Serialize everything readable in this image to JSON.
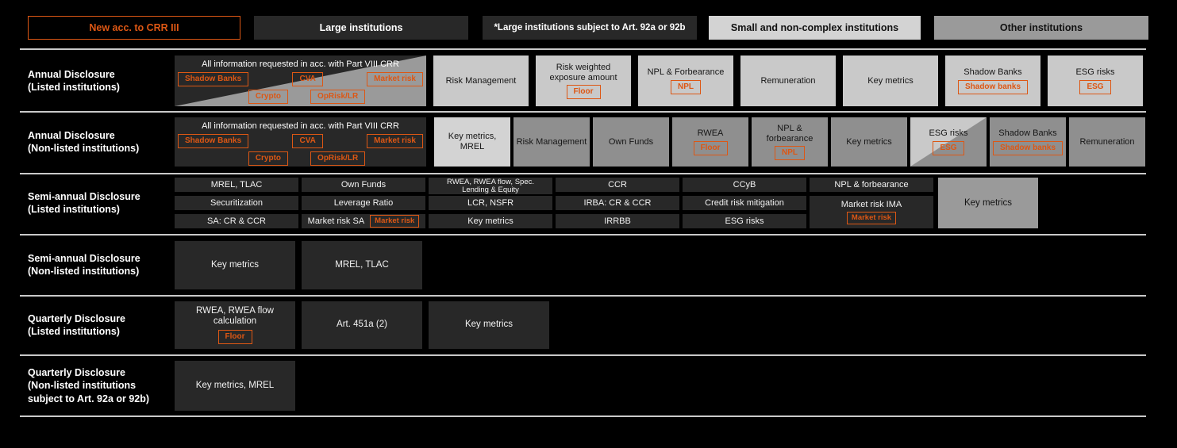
{
  "palette": {
    "bg": "#000000",
    "orange": "#dd5714",
    "dark": "#282828",
    "light": "#c9c9c9",
    "lighter": "#d3d3d3",
    "mid": "#8f8f8f",
    "mid2": "#9a9a9a",
    "sep": "#c9c9c9"
  },
  "legend": {
    "items": [
      {
        "label": "New acc. to CRR III"
      },
      {
        "label": "Large institutions"
      },
      {
        "label": "*Large institutions subject to Art. 92a or 92b"
      },
      {
        "label": "Small and non-complex institutions"
      },
      {
        "label": "Other institutions"
      }
    ]
  },
  "annual_listed": {
    "label_line1": "Annual Disclosure",
    "label_line2": "(Listed institutions)",
    "big_box": {
      "title": "All information requested in acc. with Part VIII CRR",
      "tags_top": [
        "Shadow Banks",
        "CVA",
        "Market risk"
      ],
      "tags_bottom": [
        "Crypto",
        "OpRisk/LR"
      ]
    },
    "boxes": [
      {
        "title": "Risk Management"
      },
      {
        "title": "Risk weighted exposure amount",
        "tag": "Floor"
      },
      {
        "title": "NPL & Forbearance",
        "tag": "NPL"
      },
      {
        "title": "Remuneration"
      },
      {
        "title": "Key metrics"
      },
      {
        "title": "Shadow Banks",
        "tag": "Shadow banks"
      },
      {
        "title": "ESG risks",
        "tag": "ESG"
      }
    ]
  },
  "annual_nonlisted": {
    "label_line1": "Annual Disclosure",
    "label_line2": "(Non-listed institutions)",
    "big_box": {
      "title": "All information requested in acc. with Part VIII CRR",
      "tags_top": [
        "Shadow Banks",
        "CVA",
        "Market risk"
      ],
      "tags_bottom": [
        "Crypto",
        "OpRisk/LR"
      ]
    },
    "boxes": [
      {
        "title": "Key metrics, MREL"
      },
      {
        "title": "Risk Management"
      },
      {
        "title": "Own Funds"
      },
      {
        "title": "RWEA",
        "tag": "Floor"
      },
      {
        "title": "NPL & forbearance",
        "tag": "NPL"
      },
      {
        "title": "Key metrics"
      },
      {
        "title": "ESG risks",
        "tag": "ESG"
      },
      {
        "title": "Shadow Banks",
        "tag": "Shadow banks"
      },
      {
        "title": "Remuneration"
      }
    ]
  },
  "semiannual_listed": {
    "label_line1": "Semi-annual Disclosure",
    "label_line2": "(Listed institutions)",
    "columns": [
      {
        "cells": [
          {
            "text": "MREL, TLAC"
          },
          {
            "text": "Securitization"
          },
          {
            "text": "SA: CR & CCR"
          }
        ]
      },
      {
        "cells": [
          {
            "text": "Own Funds"
          },
          {
            "text": "Leverage Ratio"
          },
          {
            "text": "Market risk SA",
            "tag": "Market risk"
          }
        ]
      },
      {
        "cells": [
          {
            "text": "RWEA, RWEA flow, Spec. Lending & Equity"
          },
          {
            "text": "LCR, NSFR"
          },
          {
            "text": "Key metrics"
          }
        ]
      },
      {
        "cells": [
          {
            "text": "CCR"
          },
          {
            "text": "IRBA: CR & CCR"
          },
          {
            "text": "IRRBB"
          }
        ]
      },
      {
        "cells": [
          {
            "text": "CCyB"
          },
          {
            "text": "Credit risk mitigation"
          },
          {
            "text": "ESG risks"
          }
        ]
      },
      {
        "cells": [
          {
            "text": "NPL & forbearance"
          },
          {
            "text": "Market risk IMA",
            "tag": "Market risk"
          }
        ]
      }
    ],
    "key_metrics_box": "Key metrics"
  },
  "semiannual_nonlisted": {
    "label_line1": "Semi-annual Disclosure",
    "label_line2": "(Non-listed institutions)",
    "boxes": [
      {
        "title": "Key metrics"
      },
      {
        "title": "MREL, TLAC"
      }
    ]
  },
  "quarterly_listed": {
    "label_line1": "Quarterly Disclosure",
    "label_line2": "(Listed institutions)",
    "boxes": [
      {
        "title": "RWEA, RWEA flow calculation",
        "tag": "Floor"
      },
      {
        "title": "Art. 451a (2)"
      },
      {
        "title": "Key metrics"
      }
    ]
  },
  "quarterly_nonlisted": {
    "label_line1": "Quarterly Disclosure",
    "label_line2": "(Non-listed institutions",
    "label_line3": "subject to Art. 92a or 92b)",
    "boxes": [
      {
        "title": "Key metrics, MREL"
      }
    ]
  }
}
